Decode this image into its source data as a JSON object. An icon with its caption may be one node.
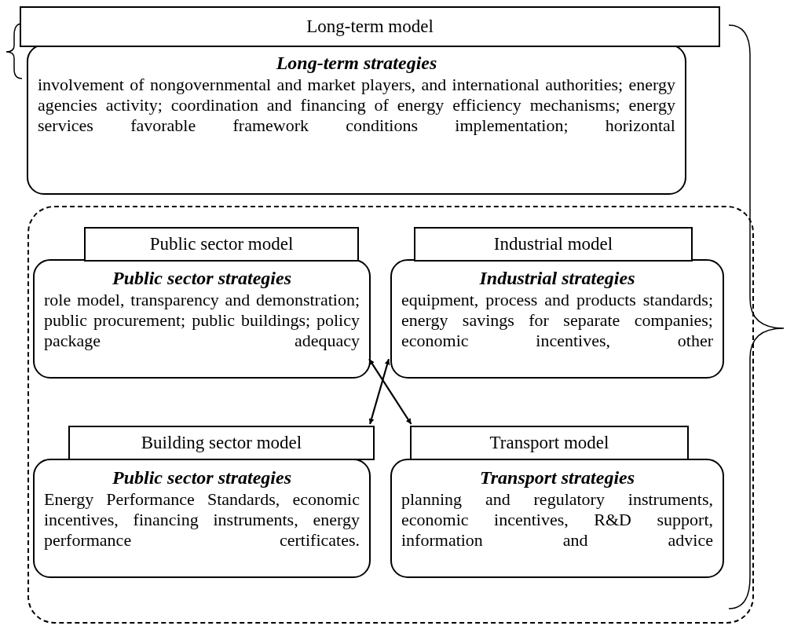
{
  "diagram": {
    "nodes": [
      {
        "text": [
          "Long-term model"
        ]
      },
      {
        "text": [
          "Long-term strategies",
          "involvement of nongovernmental and market players, and international authorities; energy agencies activity; coordination and financing of energy efficiency mechanisms; energy services favorable framework conditions implementation; horizontal"
        ]
      },
      {
        "text": [],
        "shape": "box"
      },
      {
        "text": [
          "Public sector model"
        ],
        "in": 2
      },
      {
        "text": [
          "Public sector strategies",
          "role model, transparency and demonstration; public procurement; public buildings; policy package adequacy"
        ],
        "in": 2
      },
      {
        "text": [
          "Industrial model"
        ],
        "in": 2
      },
      {
        "text": [
          "Industrial strategies",
          "equipment, process and products standards; energy savings for separate companies; economic incentives, other"
        ],
        "in": 2
      },
      {
        "text": [
          "Building sector model"
        ],
        "in": 2
      },
      {
        "text": [
          "Public sector strategies",
          "Energy Performance Standards, economic incentives, financing instruments, energy performance certificates."
        ],
        "in": 2
      },
      {
        "text": [
          "Transport model"
        ],
        "in": 2
      },
      {
        "text": [
          "Transport strategies",
          "planning and regulatory instruments, economic incentives, R&D support, information and advice"
        ],
        "in": 2
      }
    ],
    "edges": [
      {
        "from": 7,
        "to": 6,
        "arrow": "both"
      },
      {
        "from": 9,
        "to": 4,
        "arrow": "both"
      }
    ]
  }
}
